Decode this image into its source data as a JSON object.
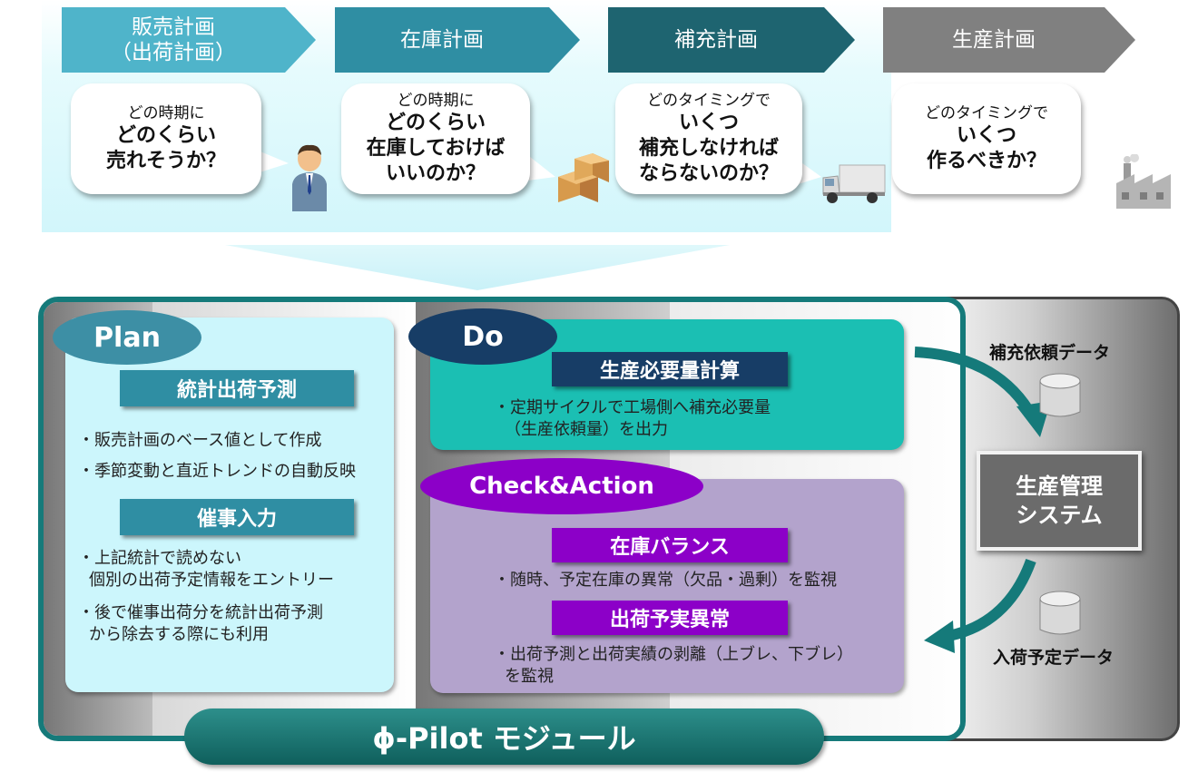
{
  "stages": [
    {
      "line1": "販売計画",
      "line2": "（出荷計画）",
      "color": "#4fb4ca"
    },
    {
      "line1": "在庫計画",
      "line2": "",
      "color": "#2f8ea3"
    },
    {
      "line1": "補充計画",
      "line2": "",
      "color": "#1e6470"
    },
    {
      "line1": "生産計画",
      "line2": "",
      "color": "#808080"
    }
  ],
  "questions": [
    {
      "small": "どの時期に",
      "big1": "どのくらい",
      "big2": "売れそうか？",
      "big3": ""
    },
    {
      "small": "どの時期に",
      "big1": "どのくらい",
      "big2": "在庫しておけば",
      "big3": "いいのか？"
    },
    {
      "small": "どのタイミングで",
      "big1": "いくつ",
      "big2": "補充しなければ",
      "big3": "ならないのか？"
    },
    {
      "small": "どのタイミングで",
      "big1": "いくつ",
      "big2": "作るべきか？",
      "big3": ""
    }
  ],
  "icons": [
    "person-icon",
    "boxes-icon",
    "truck-icon",
    "factory-icon",
    "database-icon"
  ],
  "plan": {
    "label": "Plan",
    "forecast_header": "統計出荷予測",
    "forecast_items": [
      "・販売計画のベース値として作成",
      "・季節変動と直近トレンドの自動反映"
    ],
    "event_header": "催事入力",
    "event_items": [
      {
        "line1": "・上記統計で読めない",
        "line2": "個別の出荷予定情報をエントリー"
      },
      {
        "line1": "・後で催事出荷分を統計出荷予測",
        "line2": "から除去する際にも利用"
      }
    ]
  },
  "do": {
    "label": "Do",
    "header": "生産必要量計算",
    "line1": "・定期サイクルで工場側へ補充必要量",
    "line2": "（生産依頼量）を出力"
  },
  "check": {
    "label": "Check&Action",
    "header1": "在庫バランス",
    "item1": "・随時、予定在庫の異常（欠品・過剰）を監視",
    "header2": "出荷予実異常",
    "item2_line1": "・出荷予測と出荷実績の剥離（上ブレ、下ブレ）",
    "item2_line2": "を監視"
  },
  "side": {
    "replenish_data": "補充依頼データ",
    "system_line1": "生産管理",
    "system_line2": "システム",
    "inbound_data": "入荷予定データ"
  },
  "footer": "ϕ-Pilot モジュール",
  "colors": {
    "teal_frame": "#157a7a",
    "plan_panel": "#ccf6fc",
    "do_panel": "#1bbfb3",
    "check_panel": "#b3a3cc",
    "plan_oval": "#3d8fa5",
    "do_oval": "#173d66",
    "check_oval": "#8c00c8",
    "plan_header": "#2f8ea3",
    "do_header": "#173d66",
    "check_header": "#8c00c8"
  }
}
